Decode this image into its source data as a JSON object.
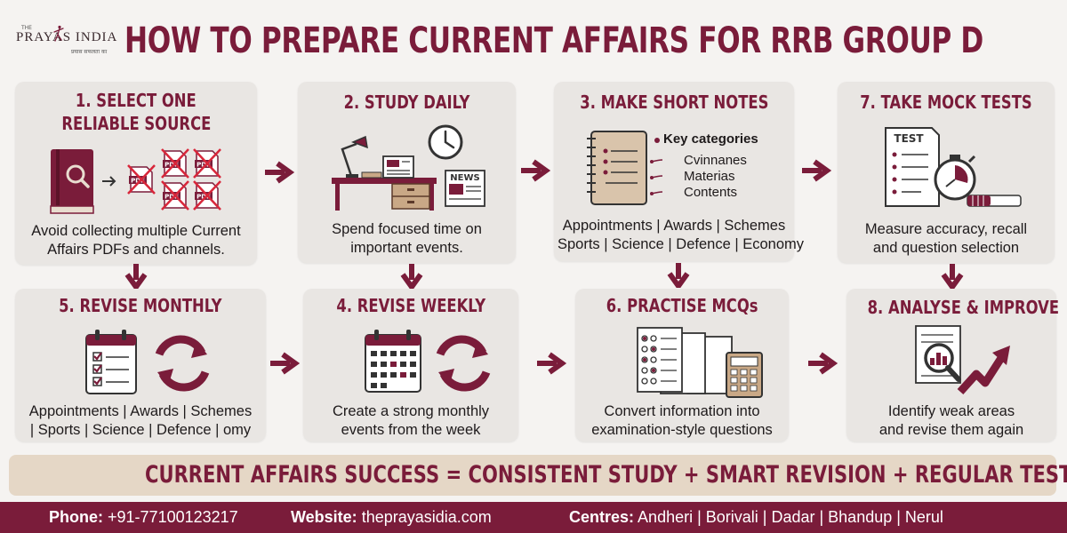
{
  "logo": {
    "small": "THE",
    "main": "PRAYAS INDIA",
    "tagline": "प्रयास सफलता का"
  },
  "title": "HOW TO PREPARE CURRENT AFFAIRS FOR RRB GROUP D",
  "colors": {
    "primary": "#7a1c3a",
    "card": "#e9e6e3",
    "banner": "#e5d7c6",
    "background": "#f5f3f1"
  },
  "steps": [
    {
      "title_lines": [
        "1. SELECT ONE",
        "RELIABLE SOURCE"
      ],
      "desc_lines": [
        "Avoid collecting multiple Current",
        "Affairs PDFs and channels."
      ],
      "icon": "book-and-crossed-pdfs-icon",
      "pdf_label": "PDF"
    },
    {
      "title_lines": [
        "2. STUDY DAILY"
      ],
      "desc_lines": [
        "Spend focused time on",
        "important events."
      ],
      "icon": "desk-clock-newspaper-icon",
      "news_label": "NEWS"
    },
    {
      "title_lines": [
        "3. MAKE SHORT NOTES"
      ],
      "desc_lines": [
        "Appointments | Awards | Schemes",
        "Sports | Science | Defence | Economy"
      ],
      "icon": "notebook-icon",
      "notes": {
        "heading": "Key categories",
        "items": [
          "Cvinnanes",
          "Materias",
          "Contents"
        ]
      }
    },
    {
      "title_lines": [
        "7. TAKE MOCK TESTS"
      ],
      "desc_lines": [
        "Measure accuracy, recall",
        "and question selection"
      ],
      "icon": "test-stopwatch-icon",
      "test_label": "TEST"
    },
    {
      "title_lines": [
        "5. REVISE MONTHLY"
      ],
      "desc_lines": [
        "Appointments | Awards | Schemes",
        "| Sports | Science | Defence | omy"
      ],
      "icon": "calendar-checklist-refresh-icon"
    },
    {
      "title_lines": [
        "4. REVISE WEEKLY"
      ],
      "desc_lines": [
        "Create a strong monthly",
        "events from the week"
      ],
      "icon": "calendar-refresh-icon"
    },
    {
      "title_lines": [
        "6. PRACTISE MCQs"
      ],
      "desc_lines": [
        "Convert information into",
        "examination-style questions"
      ],
      "icon": "mcq-sheets-calculator-icon"
    },
    {
      "title_lines": [
        "8. ANALYSE & IMPROVE"
      ],
      "desc_lines": [
        "Identify weak areas",
        "and revise them again"
      ],
      "icon": "magnifier-growth-chart-icon"
    }
  ],
  "banner": "CURRENT AFFAIRS SUCCESS = CONSISTENT STUDY + SMART REVISION + REGULAR TESTING",
  "footer": {
    "phone_label": "Phone:",
    "phone": "+91-7710012321​7",
    "website_label": "Website:",
    "website": "theprayasidia.com",
    "centres_label": "Centres:",
    "centres": "Andheri | Borivali | Dadar | Bhandup | Nerul"
  }
}
